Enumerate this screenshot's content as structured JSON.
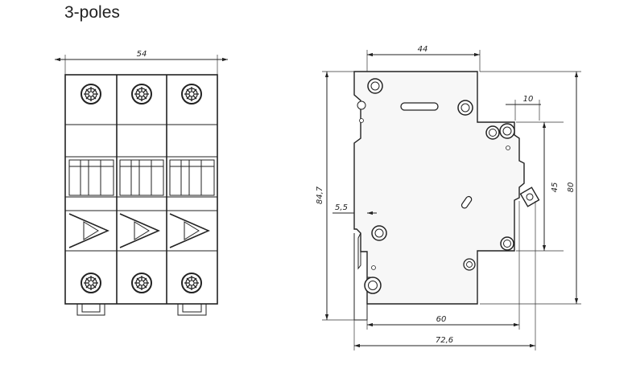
{
  "title": "3-poles",
  "dimensions": {
    "front_width": "54",
    "side_top_width": "44",
    "side_offset": "10",
    "side_inner_height": "45",
    "side_height": "80",
    "total_height": "84,7",
    "rail_offset": "5,5",
    "base_width": "60",
    "total_depth": "72,6"
  }
}
